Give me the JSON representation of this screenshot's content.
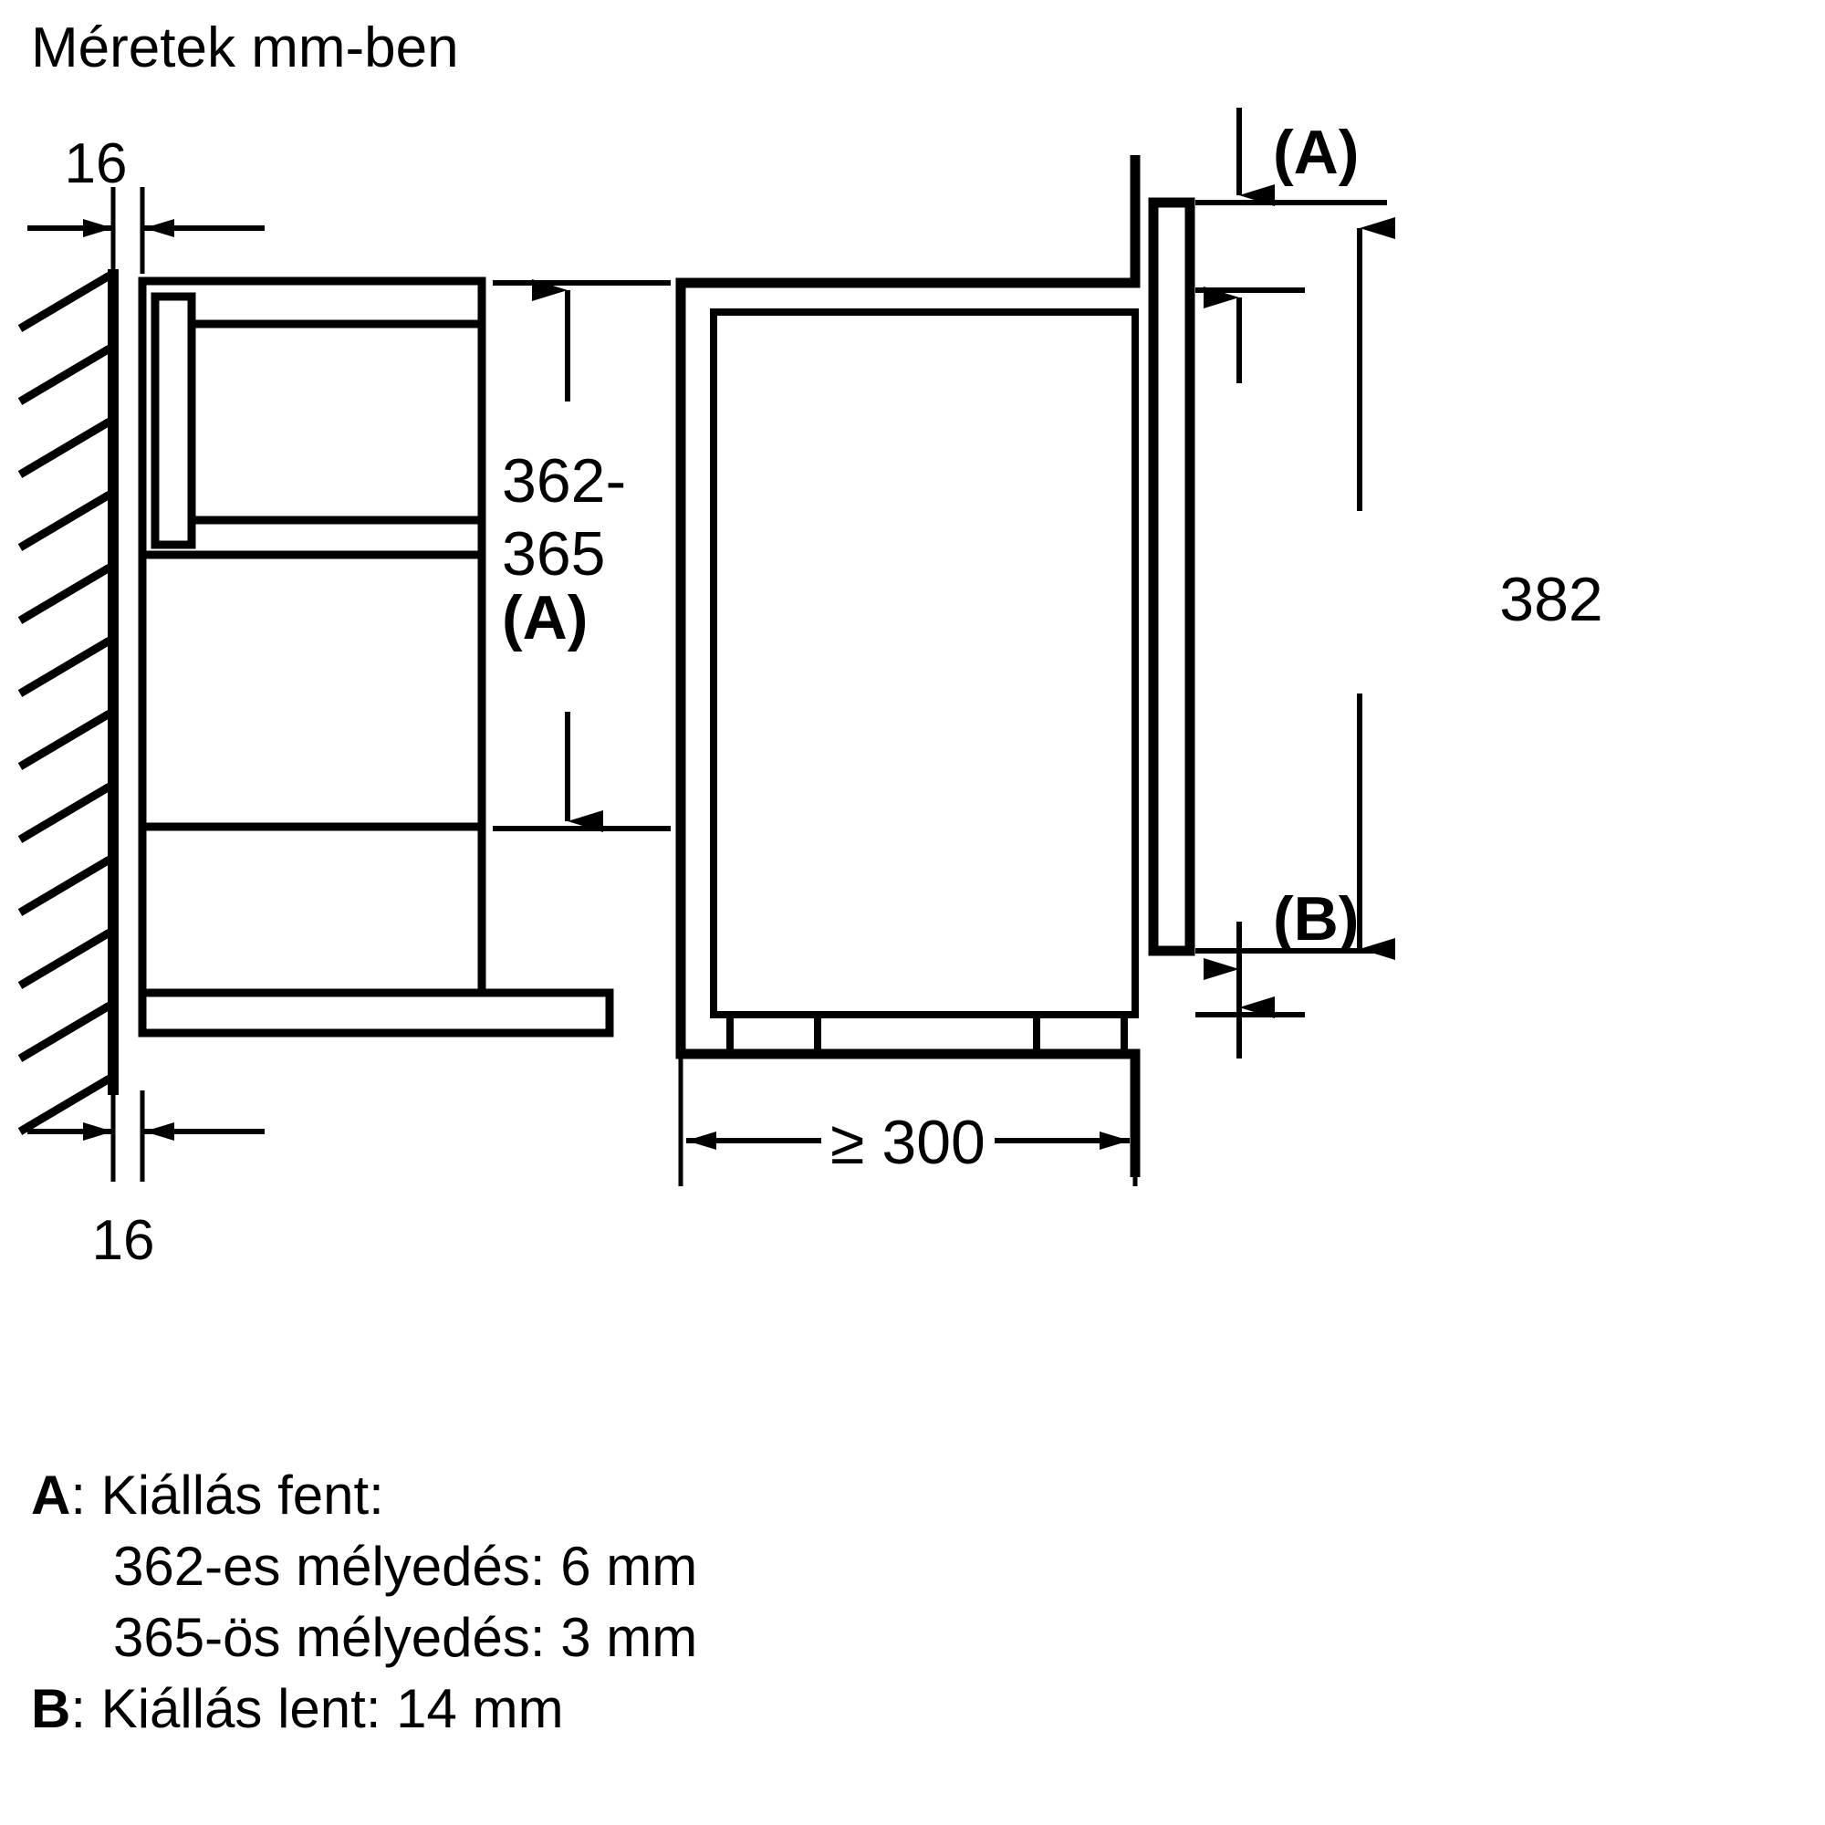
{
  "header": {
    "title": "Méretek mm-ben"
  },
  "dimensions": {
    "wall_gap_top": "16",
    "wall_gap_bottom": "16",
    "niche_height_line1": "362-",
    "niche_height_line2": "365",
    "niche_height_ref": "(A)",
    "min_depth": "≥ 300",
    "total_height": "382",
    "top_protrusion_ref": "(A)",
    "bottom_protrusion_ref": "(B)"
  },
  "legend": {
    "a_key": "A",
    "a_title": ": Kiállás fent:",
    "a_line1": "362-es mélyedés: 6 mm",
    "a_line2": "365-ös mélyedés: 3 mm",
    "b_key": "B",
    "b_title": ": Kiállás lent: 14 mm"
  },
  "chart_data": {
    "type": "table",
    "title": "Méretek mm-ben",
    "notes": [
      "16 mm gap above niche (wall to cabinet)",
      "16 mm gap below niche (wall to cabinet)",
      "Niche height 362-365 mm (A)",
      "Minimum depth ≥ 300 mm",
      "Appliance front total height 382 mm",
      "A: top protrusion — 362 niche: 6 mm, 365 niche: 3 mm",
      "B: bottom protrusion — 14 mm"
    ]
  }
}
